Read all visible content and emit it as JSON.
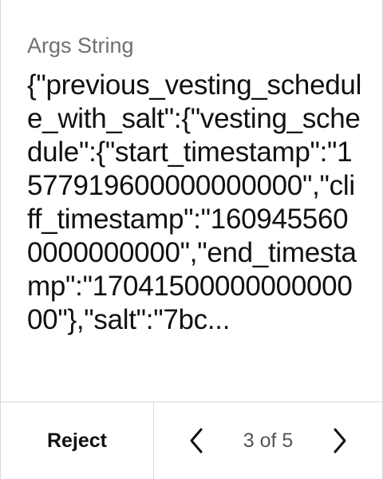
{
  "field": {
    "label": "Args String",
    "value": "{\"previous_vesting_schedule_with_salt\":{\"vesting_schedule\":{\"start_timestamp\":\"1577919600000000000\",\"cliff_timestamp\":\"1609455600000000000\",\"end_timestamp\":\"1704150000000000000\"},\"salt\":\"7bc..."
  },
  "footer": {
    "reject_label": "Reject",
    "pagination": {
      "text": "3 of 5",
      "current": 3,
      "total": 5,
      "prev_icon": "chevron-left-icon",
      "next_icon": "chevron-right-icon"
    }
  },
  "colors": {
    "text": "#111111",
    "label": "#6f6f6f",
    "border": "#d9d9d9",
    "background": "#ffffff"
  }
}
